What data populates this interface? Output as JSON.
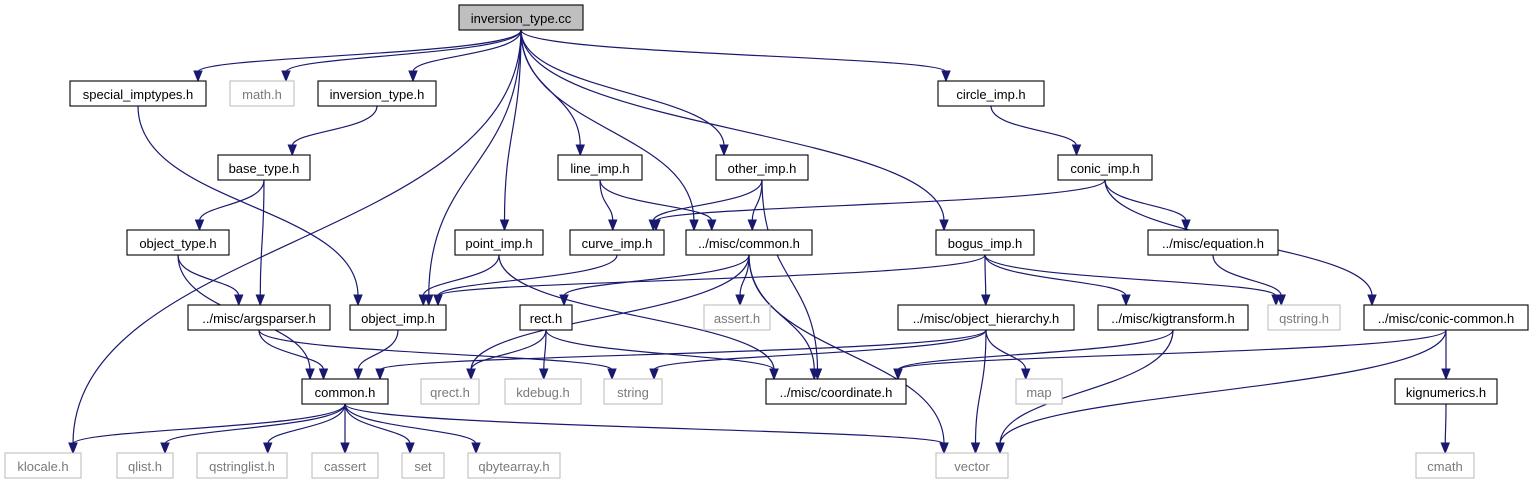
{
  "diagram": {
    "colors": {
      "edge": "#191970",
      "main_fill": "#bfbfbf",
      "system_border": "#bfbfbf",
      "system_text": "#7a7a7a"
    },
    "nodes": [
      {
        "id": "inversion_type_cc",
        "label": "inversion_type.cc",
        "kind": "main"
      },
      {
        "id": "special_imptypes_h",
        "label": "special_imptypes.h",
        "kind": "local"
      },
      {
        "id": "math_h",
        "label": "math.h",
        "kind": "system"
      },
      {
        "id": "inversion_type_h",
        "label": "inversion_type.h",
        "kind": "local"
      },
      {
        "id": "circle_imp_h",
        "label": "circle_imp.h",
        "kind": "local"
      },
      {
        "id": "base_type_h",
        "label": "base_type.h",
        "kind": "local"
      },
      {
        "id": "line_imp_h",
        "label": "line_imp.h",
        "kind": "local"
      },
      {
        "id": "other_imp_h",
        "label": "other_imp.h",
        "kind": "local"
      },
      {
        "id": "conic_imp_h",
        "label": "conic_imp.h",
        "kind": "local"
      },
      {
        "id": "object_type_h",
        "label": "object_type.h",
        "kind": "local"
      },
      {
        "id": "point_imp_h",
        "label": "point_imp.h",
        "kind": "local"
      },
      {
        "id": "curve_imp_h",
        "label": "curve_imp.h",
        "kind": "local"
      },
      {
        "id": "misc_common_h",
        "label": "../misc/common.h",
        "kind": "local"
      },
      {
        "id": "bogus_imp_h",
        "label": "bogus_imp.h",
        "kind": "local"
      },
      {
        "id": "misc_equation_h",
        "label": "../misc/equation.h",
        "kind": "local"
      },
      {
        "id": "misc_argsparser_h",
        "label": "../misc/argsparser.h",
        "kind": "local"
      },
      {
        "id": "object_imp_h",
        "label": "object_imp.h",
        "kind": "local"
      },
      {
        "id": "rect_h",
        "label": "rect.h",
        "kind": "local"
      },
      {
        "id": "assert_h",
        "label": "assert.h",
        "kind": "system"
      },
      {
        "id": "misc_object_hierarchy_h",
        "label": "../misc/object_hierarchy.h",
        "kind": "local"
      },
      {
        "id": "misc_kigtransform_h",
        "label": "../misc/kigtransform.h",
        "kind": "local"
      },
      {
        "id": "qstring_h",
        "label": "qstring.h",
        "kind": "system"
      },
      {
        "id": "misc_conic_common_h",
        "label": "../misc/conic-common.h",
        "kind": "local"
      },
      {
        "id": "common_h",
        "label": "common.h",
        "kind": "local"
      },
      {
        "id": "qrect_h",
        "label": "qrect.h",
        "kind": "system"
      },
      {
        "id": "kdebug_h",
        "label": "kdebug.h",
        "kind": "system"
      },
      {
        "id": "string",
        "label": "string",
        "kind": "system"
      },
      {
        "id": "misc_coordinate_h",
        "label": "../misc/coordinate.h",
        "kind": "local"
      },
      {
        "id": "map",
        "label": "map",
        "kind": "system"
      },
      {
        "id": "kignumerics_h",
        "label": "kignumerics.h",
        "kind": "local"
      },
      {
        "id": "klocale_h",
        "label": "klocale.h",
        "kind": "system"
      },
      {
        "id": "qlist_h",
        "label": "qlist.h",
        "kind": "system"
      },
      {
        "id": "qstringlist_h",
        "label": "qstringlist.h",
        "kind": "system"
      },
      {
        "id": "cassert",
        "label": "cassert",
        "kind": "system"
      },
      {
        "id": "set",
        "label": "set",
        "kind": "system"
      },
      {
        "id": "qbytearray_h",
        "label": "qbytearray.h",
        "kind": "system"
      },
      {
        "id": "vector",
        "label": "vector",
        "kind": "system"
      },
      {
        "id": "cmath",
        "label": "cmath",
        "kind": "system"
      }
    ],
    "edges": [
      {
        "from": "inversion_type_cc",
        "to": "klocale_h"
      },
      {
        "from": "inversion_type_cc",
        "to": "special_imptypes_h"
      },
      {
        "from": "inversion_type_cc",
        "to": "math_h"
      },
      {
        "from": "inversion_type_cc",
        "to": "inversion_type_h"
      },
      {
        "from": "inversion_type_cc",
        "to": "object_imp_h"
      },
      {
        "from": "inversion_type_cc",
        "to": "point_imp_h"
      },
      {
        "from": "inversion_type_cc",
        "to": "line_imp_h"
      },
      {
        "from": "inversion_type_cc",
        "to": "misc_common_h"
      },
      {
        "from": "inversion_type_cc",
        "to": "other_imp_h"
      },
      {
        "from": "inversion_type_cc",
        "to": "bogus_imp_h"
      },
      {
        "from": "inversion_type_cc",
        "to": "circle_imp_h"
      },
      {
        "from": "special_imptypes_h",
        "to": "object_imp_h"
      },
      {
        "from": "inversion_type_h",
        "to": "base_type_h"
      },
      {
        "from": "base_type_h",
        "to": "object_type_h"
      },
      {
        "from": "base_type_h",
        "to": "misc_argsparser_h"
      },
      {
        "from": "object_type_h",
        "to": "misc_argsparser_h"
      },
      {
        "from": "object_type_h",
        "to": "common_h"
      },
      {
        "from": "misc_argsparser_h",
        "to": "common_h"
      },
      {
        "from": "misc_argsparser_h",
        "to": "string"
      },
      {
        "from": "object_imp_h",
        "to": "common_h"
      },
      {
        "from": "point_imp_h",
        "to": "object_imp_h"
      },
      {
        "from": "point_imp_h",
        "to": "misc_coordinate_h"
      },
      {
        "from": "line_imp_h",
        "to": "curve_imp_h"
      },
      {
        "from": "line_imp_h",
        "to": "misc_common_h"
      },
      {
        "from": "other_imp_h",
        "to": "curve_imp_h"
      },
      {
        "from": "other_imp_h",
        "to": "misc_common_h"
      },
      {
        "from": "other_imp_h",
        "to": "misc_coordinate_h"
      },
      {
        "from": "curve_imp_h",
        "to": "object_imp_h"
      },
      {
        "from": "misc_common_h",
        "to": "rect_h"
      },
      {
        "from": "misc_common_h",
        "to": "assert_h"
      },
      {
        "from": "misc_common_h",
        "to": "misc_coordinate_h"
      },
      {
        "from": "misc_common_h",
        "to": "qrect_h"
      },
      {
        "from": "misc_common_h",
        "to": "vector"
      },
      {
        "from": "rect_h",
        "to": "qrect_h"
      },
      {
        "from": "rect_h",
        "to": "kdebug_h"
      },
      {
        "from": "rect_h",
        "to": "misc_coordinate_h"
      },
      {
        "from": "bogus_imp_h",
        "to": "object_imp_h"
      },
      {
        "from": "bogus_imp_h",
        "to": "misc_object_hierarchy_h"
      },
      {
        "from": "bogus_imp_h",
        "to": "misc_kigtransform_h"
      },
      {
        "from": "bogus_imp_h",
        "to": "qstring_h"
      },
      {
        "from": "misc_object_hierarchy_h",
        "to": "common_h"
      },
      {
        "from": "misc_object_hierarchy_h",
        "to": "string"
      },
      {
        "from": "misc_object_hierarchy_h",
        "to": "map"
      },
      {
        "from": "misc_object_hierarchy_h",
        "to": "vector"
      },
      {
        "from": "misc_kigtransform_h",
        "to": "misc_coordinate_h"
      },
      {
        "from": "misc_kigtransform_h",
        "to": "vector"
      },
      {
        "from": "circle_imp_h",
        "to": "conic_imp_h"
      },
      {
        "from": "conic_imp_h",
        "to": "curve_imp_h"
      },
      {
        "from": "conic_imp_h",
        "to": "misc_equation_h"
      },
      {
        "from": "conic_imp_h",
        "to": "misc_conic_common_h"
      },
      {
        "from": "misc_equation_h",
        "to": "qstring_h"
      },
      {
        "from": "misc_conic_common_h",
        "to": "misc_coordinate_h"
      },
      {
        "from": "misc_conic_common_h",
        "to": "kignumerics_h"
      },
      {
        "from": "misc_conic_common_h",
        "to": "vector"
      },
      {
        "from": "kignumerics_h",
        "to": "cmath"
      },
      {
        "from": "common_h",
        "to": "klocale_h"
      },
      {
        "from": "common_h",
        "to": "qlist_h"
      },
      {
        "from": "common_h",
        "to": "qstringlist_h"
      },
      {
        "from": "common_h",
        "to": "cassert"
      },
      {
        "from": "common_h",
        "to": "set"
      },
      {
        "from": "common_h",
        "to": "qbytearray_h"
      },
      {
        "from": "common_h",
        "to": "vector"
      }
    ]
  }
}
